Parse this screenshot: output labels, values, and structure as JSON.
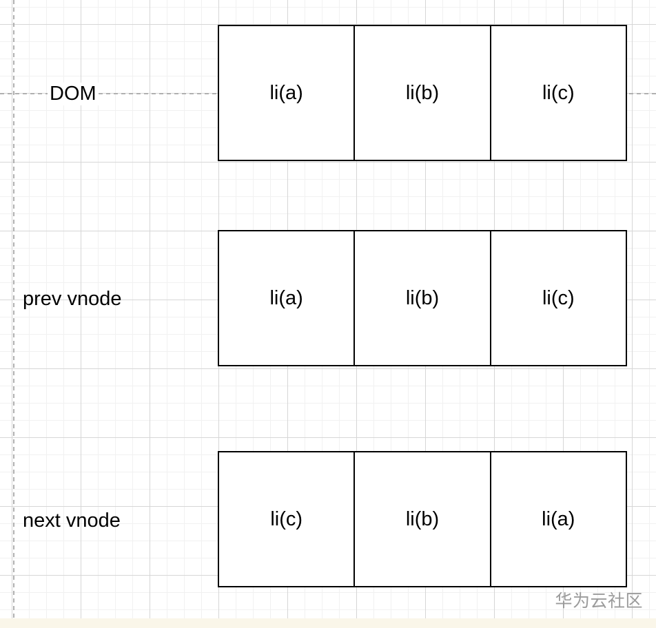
{
  "page": {
    "background_color": "#ffffff",
    "grid_minor_color": "#f1f1f1",
    "grid_major_color": "#d6d6d6",
    "page_break_line_color": "#b0b0b0",
    "node_border_color": "#000000",
    "footer_strip_color": "#faf6e9",
    "watermark_text": "华为云社区",
    "watermark_color": "#9b9b9b"
  },
  "diagram": {
    "rows": [
      {
        "label": "DOM",
        "cells": [
          "li(a)",
          "li(b)",
          "li(c)"
        ]
      },
      {
        "label": "prev vnode",
        "cells": [
          "li(a)",
          "li(b)",
          "li(c)"
        ]
      },
      {
        "label": "next vnode",
        "cells": [
          "li(c)",
          "li(b)",
          "li(a)"
        ]
      }
    ]
  }
}
